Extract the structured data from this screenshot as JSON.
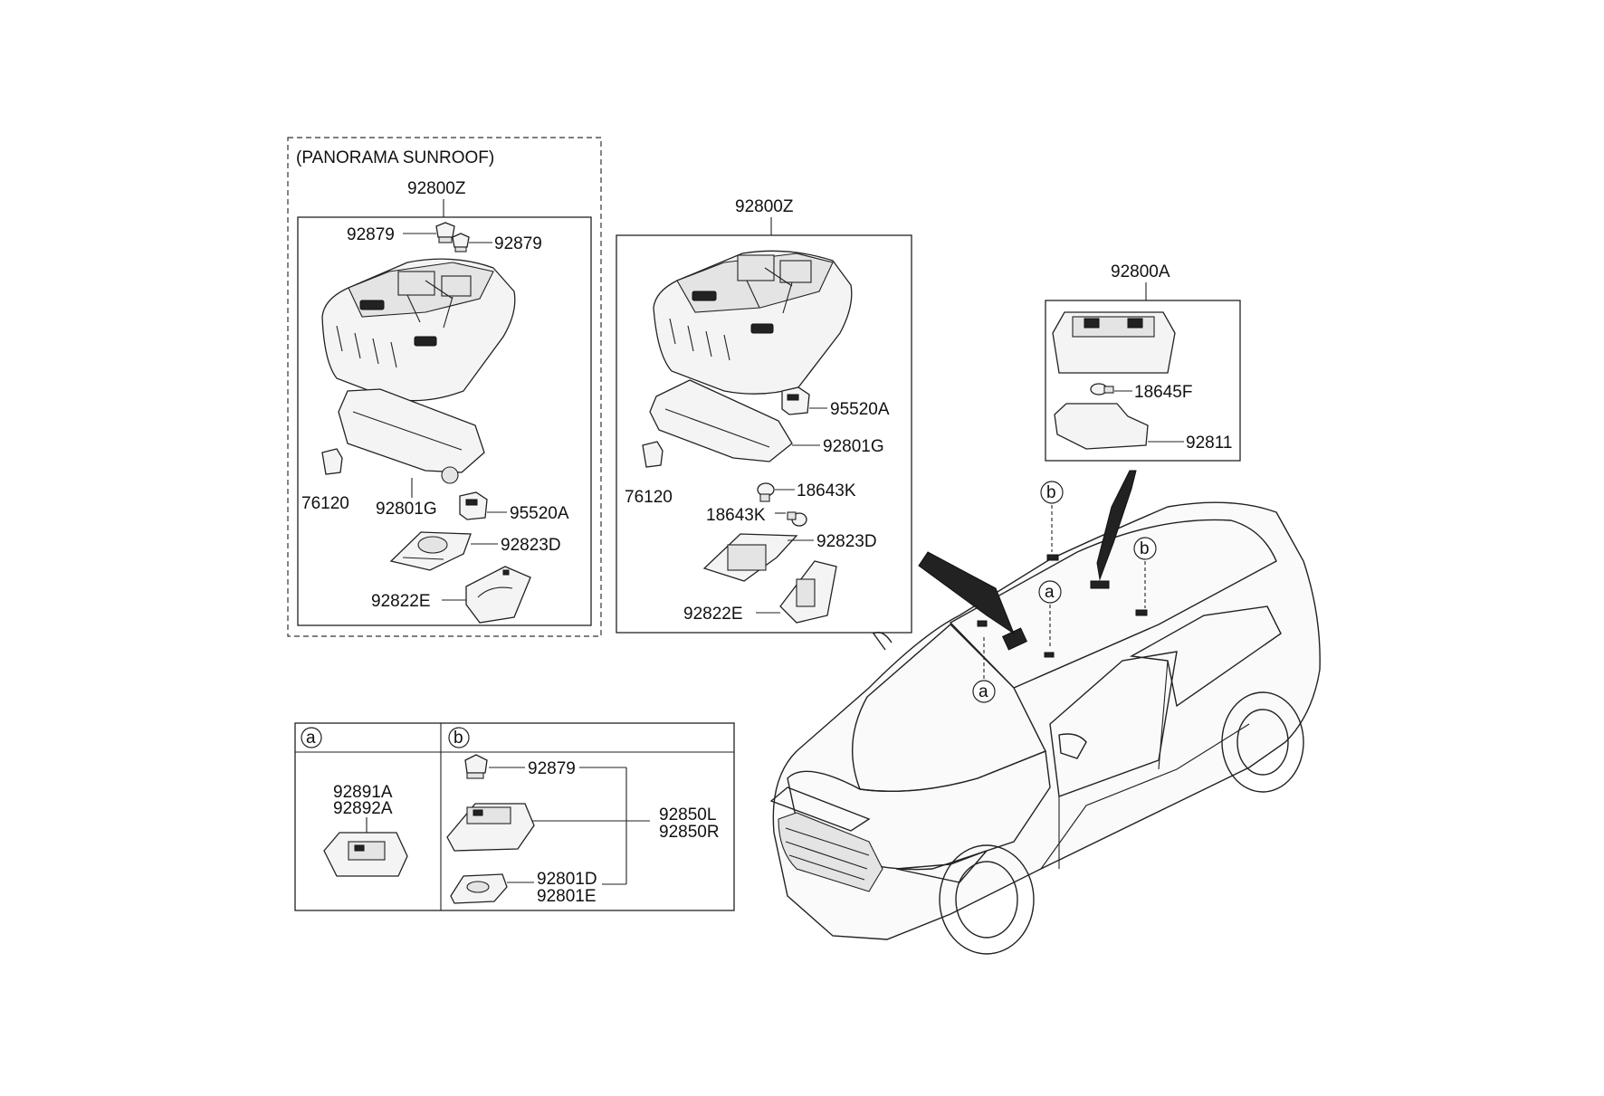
{
  "diagram": {
    "panorama": {
      "header": "(PANORAMA SUNROOF)",
      "assembly": "92800Z",
      "bulb_socket_left": "92879",
      "bulb_socket_right": "92879",
      "lens": "92801G",
      "connector": "76120",
      "switch": "95520A",
      "bezel": "92823D",
      "cover": "92822E"
    },
    "standard": {
      "assembly": "92800Z",
      "switch": "95520A",
      "lens": "92801G",
      "connector": "76120",
      "bulb_1": "18643K",
      "bulb_2": "18643K",
      "bezel": "92823D",
      "cover": "92822E"
    },
    "room_lamp": {
      "assembly": "92800A",
      "bulb": "18645F",
      "lens": "92811"
    },
    "detail_table": {
      "col_a": "a",
      "col_b": "b",
      "a_part_1": "92891A",
      "a_part_2": "92892A",
      "b_socket": "92879",
      "b_lamp_l": "92850L",
      "b_lamp_r": "92850R",
      "b_lens_d": "92801D",
      "b_lens_e": "92801E"
    },
    "car_callouts": {
      "b_left": "b",
      "b_right": "b",
      "a_upper": "a",
      "a_lower": "a"
    }
  }
}
